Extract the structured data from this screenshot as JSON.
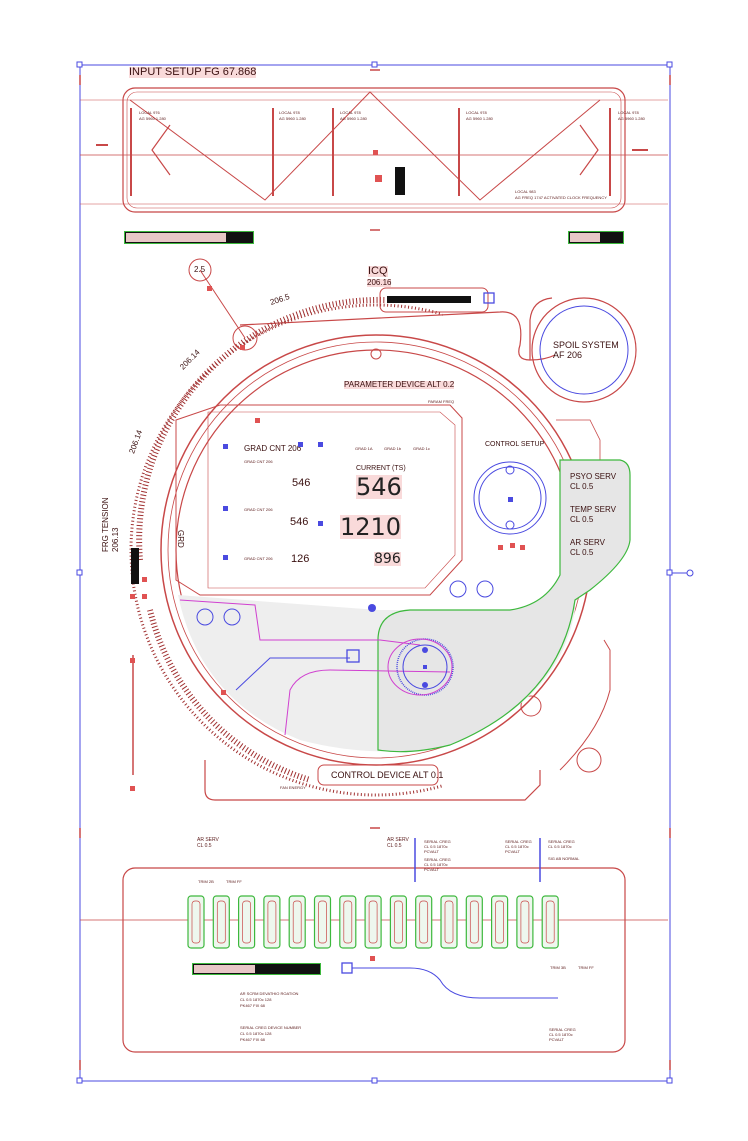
{
  "header": {
    "title": "INPUT SETUP  FG 67.868"
  },
  "top_panel": {
    "local_labels": [
      "LOCAL 976",
      "LOCAL 978",
      "LOCAL 978",
      "LOCAL 978",
      "LOCAL 978"
    ],
    "local_sub": "AG 5960 1.280",
    "footer_label": "LOCAL 983",
    "footer_sub": "AG FREQ 1747 ACTIVATED CLOCK FREQUENCY",
    "left_bar_fill": 0.78,
    "right_bar_fill": 0.55
  },
  "icq": {
    "title": "ICQ",
    "value": "206.16"
  },
  "dial": {
    "readouts": [
      "206.5",
      "206.14",
      "206.14",
      "206.13"
    ],
    "knob_label": "2.5",
    "frg_label": "FRG TENSION"
  },
  "spoil": {
    "title": "SPOIL SYSTEM",
    "value": "AF 206"
  },
  "parameter_device": {
    "label": "PARAMETER DEVICE ALT 0.2",
    "sub": "PARAM FREQ"
  },
  "grad": {
    "title": "GRAD CNT 206",
    "row_labels": [
      "GRAD CNT 206",
      "GRAD CNT 206",
      "GRAD CNT 206"
    ],
    "side_label": "GRD",
    "small_values": [
      "546",
      "546",
      "126"
    ],
    "tabs": [
      "GRAD 1A",
      "GRAD 1b",
      "GRAD 1c"
    ]
  },
  "current": {
    "label": "CURRENT (TS)",
    "value1": "546",
    "value2": "1210",
    "value3": "896"
  },
  "control_setup": {
    "label": "CONTROL SETUP"
  },
  "servos": [
    {
      "name": "PSYO SERV",
      "value": "CL 0.5"
    },
    {
      "name": "TEMP SERV",
      "value": "CL 0.5"
    },
    {
      "name": "AR SERV",
      "value": "CL 0.5"
    }
  ],
  "control_device": {
    "label": "CONTROL DEVICE ALT 0.1",
    "energy": "FAN ENERGY"
  },
  "bottom": {
    "ar_serv_left": {
      "name": "AR SERV",
      "value": "CL 0.5"
    },
    "ar_serv_mid": {
      "name": "AR SERV",
      "value": "CL 0.5"
    },
    "serial_a": [
      "SERIAL CREG",
      "CL 0.5 1870c",
      "PCVALT"
    ],
    "serial_b": [
      "SERIAL CREG",
      "CL 0.5 1870c",
      "PCVALT"
    ],
    "serial_c": [
      "SERIAL CREG",
      "CL 0.5 1870c",
      "PCVALT"
    ],
    "serial_d": [
      "SERIAL CREG",
      "CL 0.5 1870c",
      "SIG AB NORMAL"
    ],
    "small_tags": [
      "TRIM 2B",
      "TRIM FF"
    ],
    "right_tags": [
      "TRIM 3B",
      "TRIM FF"
    ],
    "slot_count": 15,
    "bar_fill": 0.48,
    "block1": [
      "AR SCRM DEVATHIO ROATION",
      "CL 0.5 1870c      128",
      "PK467      FIX 68"
    ],
    "block2": [
      "SERIAL CREG DEVICE NUMBER",
      "CL 0.5 1870c      128",
      "PK467      FIX 68"
    ],
    "block3": [
      "SERIAL CREG",
      "CL 0.5 1870c",
      "PCVALT"
    ]
  },
  "colors": {
    "primary": "#c84848",
    "accent_green": "#3db83d",
    "accent_blue": "#4a4ae0",
    "text": "#3a1010"
  }
}
